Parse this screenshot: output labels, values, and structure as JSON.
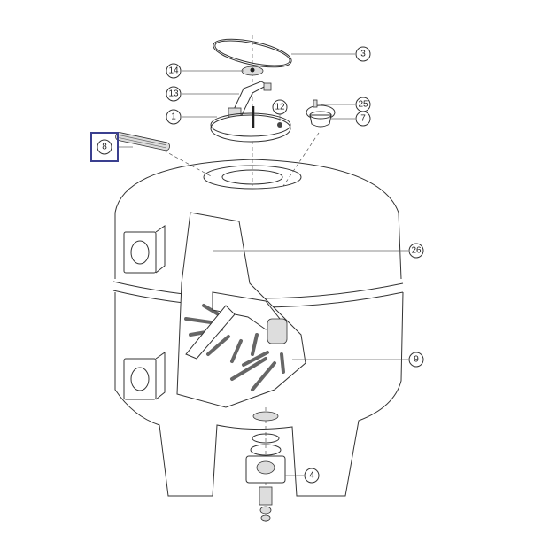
{
  "diagram": {
    "callouts": {
      "c3": "3",
      "c14": "14",
      "c13": "13",
      "c1": "1",
      "c12": "12",
      "c25": "25",
      "c7": "7",
      "c8": "8",
      "c26": "26",
      "c9": "9",
      "c4": "4"
    },
    "highlight_color": "#3a3f8f"
  }
}
